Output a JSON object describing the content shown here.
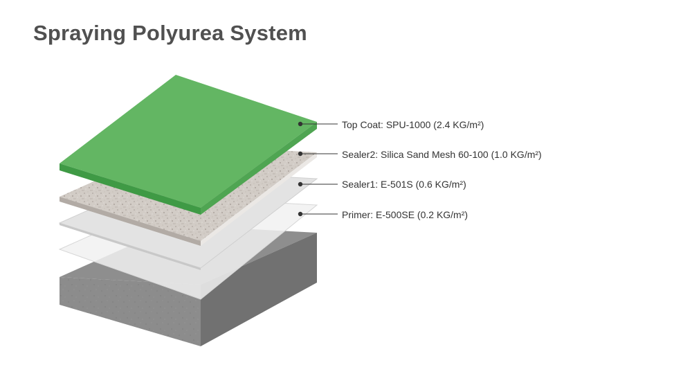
{
  "title": "Spraying Polyurea System",
  "layers": [
    {
      "label": "Top Coat: SPU-1000 (2.4 KG/m²)"
    },
    {
      "label": "Sealer2: Silica Sand Mesh 60-100 (1.0 KG/m²)"
    },
    {
      "label": "Sealer1: E-501S (0.6 KG/m²)"
    },
    {
      "label": "Primer: E-500SE (0.2 KG/m²)"
    }
  ],
  "colors": {
    "title": "#505050",
    "top_coat": "#63b663",
    "sand": "#cfc9c3",
    "sealer": "#e6e6e6",
    "concrete": "#8a8a8a",
    "leader": "#333333"
  }
}
